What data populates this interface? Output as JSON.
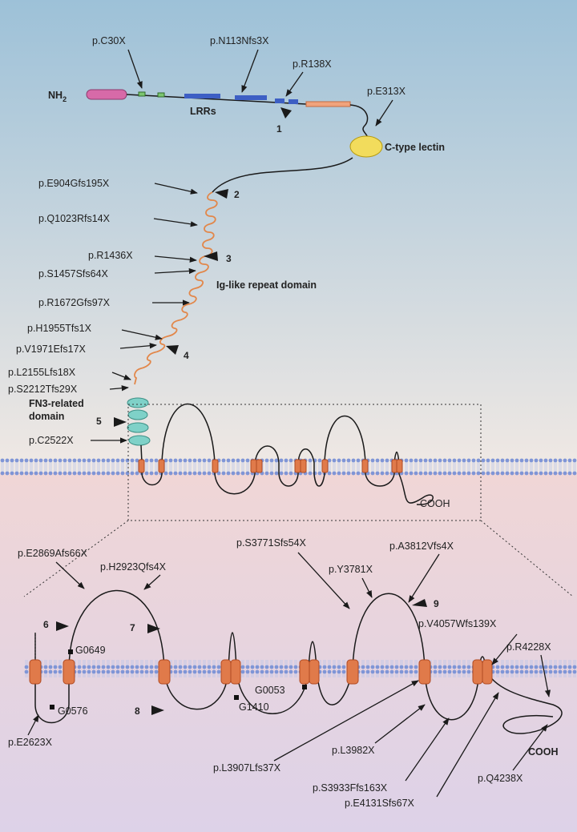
{
  "colors": {
    "top_gradient_start": "#9dc1d8",
    "top_gradient_end": "#f1e9e4",
    "bottom_background": "#f0d6d6",
    "bottom_background_end": "#ddd2e8",
    "membrane": "#7f95d6",
    "helix": "#e07a4a",
    "lrr": "#3d5fc4",
    "nh2_domain": "#d76aa8",
    "lectin": "#f2dc5c",
    "fn3": "#7fd1c8",
    "ig_loops": "#e2874a"
  },
  "top": {
    "nh2": "NH",
    "nh2_sub": "2",
    "lrrs": "LRRs",
    "c_type_lectin": "C-type lectin",
    "ig_domain": "Ig-like repeat domain",
    "fn3_line1": "FN3-related",
    "fn3_line2": "domain",
    "cooh": "COOH"
  },
  "mutations_top": [
    "p.C30X",
    "p.N113Nfs3X",
    "p.R138X",
    "p.E313X",
    "p.E904Gfs195X",
    "p.Q1023Rfs14X",
    "p.R1436X",
    "p.S1457Sfs64X",
    "p.R1672Gfs97X",
    "p.H1955Tfs1X",
    "p.V1971Efs17X",
    "p.L2155Lfs18X",
    "p.S2212Tfs29X",
    "p.C2522X"
  ],
  "numbers": [
    "1",
    "2",
    "3",
    "4",
    "5",
    "6",
    "7",
    "8",
    "9"
  ],
  "bottom": {
    "mutations": [
      "p.E2869Afs66X",
      "p.H2923Qfs4X",
      "p.S3771Sfs54X",
      "p.A3812Vfs4X",
      "p.Y3781X",
      "p.V4057Wfs139X",
      "p.R4228X",
      "p.E2623X",
      "p.L3907Lfs37X",
      "p.L3982X",
      "p.S3933Ffs163X",
      "p.E4131Sfs67X",
      "p.Q4238X"
    ],
    "sites": [
      "G0649",
      "G0576",
      "G0053",
      "G1410"
    ],
    "cooh": "COOH"
  }
}
